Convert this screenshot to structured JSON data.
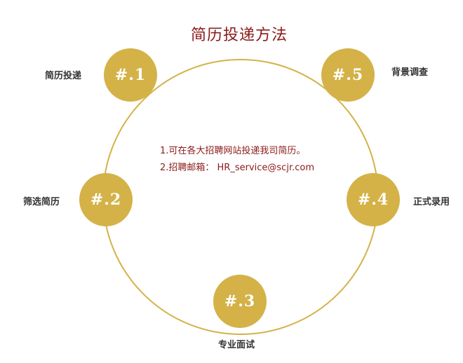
{
  "title": "简历投递方法",
  "colors": {
    "accent": "#d4b247",
    "title": "#8b1a1a",
    "label": "#333333"
  },
  "steps": [
    {
      "badge": "#.1",
      "label": "简历投递"
    },
    {
      "badge": "#.2",
      "label": "筛选简历"
    },
    {
      "badge": "#.3",
      "label": "专业面试"
    },
    {
      "badge": "#.4",
      "label": "正式录用"
    },
    {
      "badge": "#.5",
      "label": "背景调查"
    }
  ],
  "info": {
    "line1": "1.可在各大招聘网站投递我司简历。",
    "line2": "2.招聘邮箱： HR_service@scjr.com"
  }
}
